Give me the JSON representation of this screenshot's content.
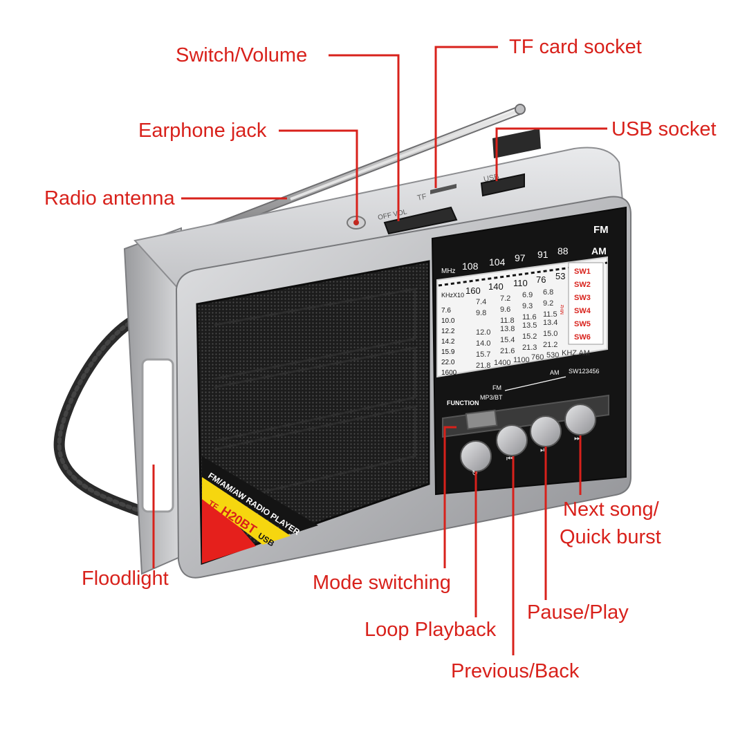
{
  "callouts": {
    "switch_volume": "Switch/Volume",
    "tf_card_socket": "TF card socket",
    "earphone_jack": "Earphone jack",
    "usb_socket": "USB socket",
    "radio_antenna": "Radio antenna",
    "floodlight": "Floodlight",
    "mode_switching": "Mode switching",
    "loop_playback": "Loop Playback",
    "pause_play": "Pause/Play",
    "previous_back": "Previous/Back",
    "next_song_line1": "Next song/",
    "next_song_line2": "Quick burst"
  },
  "radio": {
    "top_labels": {
      "tf": "TF",
      "usb": "USB",
      "off_vol": "OFF VOL"
    },
    "band_fm": "FM",
    "band_am": "AM",
    "fm_unit": "MHz",
    "fm_scale": [
      "108",
      "104",
      "97",
      "91",
      "88"
    ],
    "am_unit": "KHzX10",
    "am_scale": [
      "160",
      "140",
      "110",
      "76",
      "53"
    ],
    "sw_bands": [
      "SW1",
      "SW2",
      "SW3",
      "SW4",
      "SW5",
      "SW6"
    ],
    "sw_unit": "MHz",
    "sw_left_col": [
      "7.6",
      "10.0",
      "12.2",
      "14.2",
      "15.9",
      "22.0",
      "1600"
    ],
    "sw_rows": [
      [
        "7.4",
        "7.2",
        "6.9",
        "6.8"
      ],
      [
        "9.8",
        "9.6",
        "9.3",
        "9.2"
      ],
      [
        "11.8",
        "11.6",
        "11.5"
      ],
      [
        "12.0",
        "13.8",
        "13.5",
        "13.4"
      ],
      [
        "14.0",
        "15.4",
        "15.2",
        "15.0"
      ],
      [
        "15.7",
        "21.6",
        "21.3",
        "21.2"
      ],
      [
        "21.8",
        "1400",
        "1100",
        "760",
        "530",
        "KHZ AM"
      ]
    ],
    "function_label": "FUNCTION",
    "function_fm": "FM",
    "function_mp3bt": "MP3/BT",
    "function_am": "AM",
    "function_sw": "SW123456",
    "badge_top": "FM/AM/AW RADIO PLAYER",
    "badge_model_prefix": "TF",
    "badge_model": "H20BT",
    "badge_model_suffix": "USB"
  },
  "colors": {
    "callout_red": "#d8211b",
    "body_silver": "#b7b8bb",
    "panel_black": "#141414",
    "badge_yellow": "#f6d60f",
    "badge_red": "#e5201c"
  }
}
